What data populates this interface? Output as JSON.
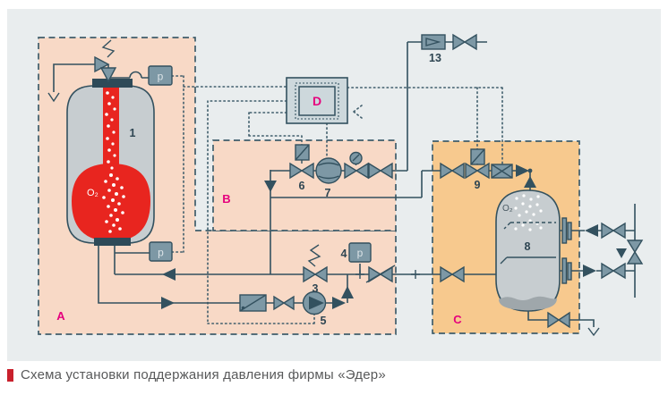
{
  "caption": {
    "text": "Схема установки поддержания давления фирмы «Эдер»"
  },
  "labels": {
    "region_a": "A",
    "region_b": "B",
    "region_c": "C",
    "controller": "D",
    "vessel_left": "1",
    "overflow_valve": "3",
    "pressure_sensor_4": "4",
    "pump_5": "5",
    "solenoid_valve_6": "6",
    "pump_7": "7",
    "vessel_right": "8",
    "valve_group_9": "9",
    "makeup_unit_13": "13",
    "oxygen_left": "O₂",
    "oxygen_right": "O₂",
    "sensor_top": "p",
    "sensor_bottom": "p",
    "sensor_mid": "p"
  },
  "colors": {
    "panel_background": "#e9edee",
    "region_pink": "#f8d9c6",
    "region_orange": "#f7c98e",
    "line": "#33515f",
    "component_fill": "#7d98a5",
    "vessel_grey": "#c7cdd0",
    "water_red": "#e8251f",
    "label_magenta": "#e5007d",
    "caption_bullet": "#c9202c",
    "caption_text": "#58595a"
  }
}
